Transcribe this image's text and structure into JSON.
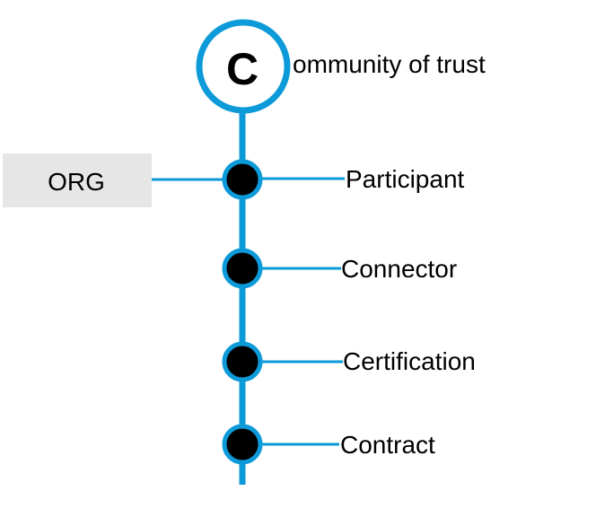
{
  "diagram": {
    "header": {
      "letter": "C",
      "text": "ommunity of trust"
    },
    "org_box": {
      "label": "ORG",
      "fill": "#e6e6e6"
    },
    "nodes": [
      {
        "label": "Participant"
      },
      {
        "label": "Connector"
      },
      {
        "label": "Certification"
      },
      {
        "label": "Contract"
      }
    ],
    "colors": {
      "line": "#0c9ad9",
      "node_fill": "#000000",
      "text": "#000000"
    }
  }
}
